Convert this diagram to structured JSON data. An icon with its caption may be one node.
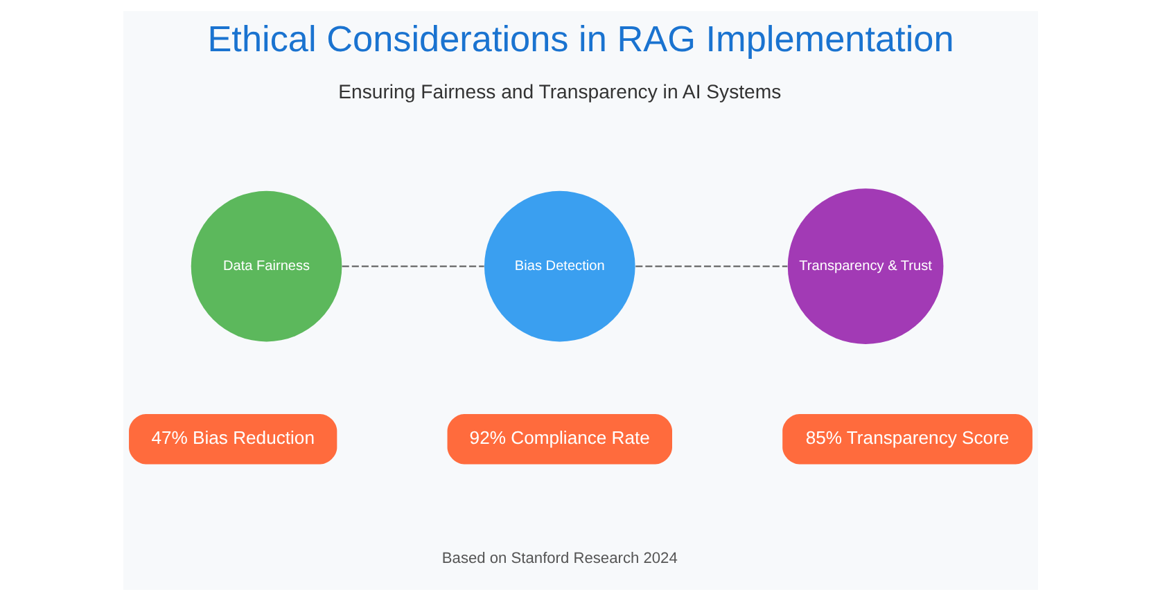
{
  "diagram": {
    "title": "Ethical Considerations in RAG Implementation",
    "caption": "Based on Stanford Research 2024",
    "nodes": [
      {
        "text": [
          "Data Fairness"
        ]
      },
      {
        "text": [
          "Bias Detection"
        ]
      },
      {
        "text": [
          "Transparency & Trust"
        ]
      },
      {
        "text": [
          "47% Bias Reduction"
        ]
      },
      {
        "text": [
          "92% Compliance Rate"
        ]
      },
      {
        "text": [
          "85% Transparency Score"
        ]
      }
    ],
    "edges": [
      {
        "from": 0,
        "to": 1,
        "arrow": "none",
        "style": "dashed"
      },
      {
        "from": 1,
        "to": 2,
        "arrow": "none",
        "style": "dashed"
      }
    ],
    "labels": [
      "Ensuring Fairness and Transparency in AI Systems"
    ]
  }
}
